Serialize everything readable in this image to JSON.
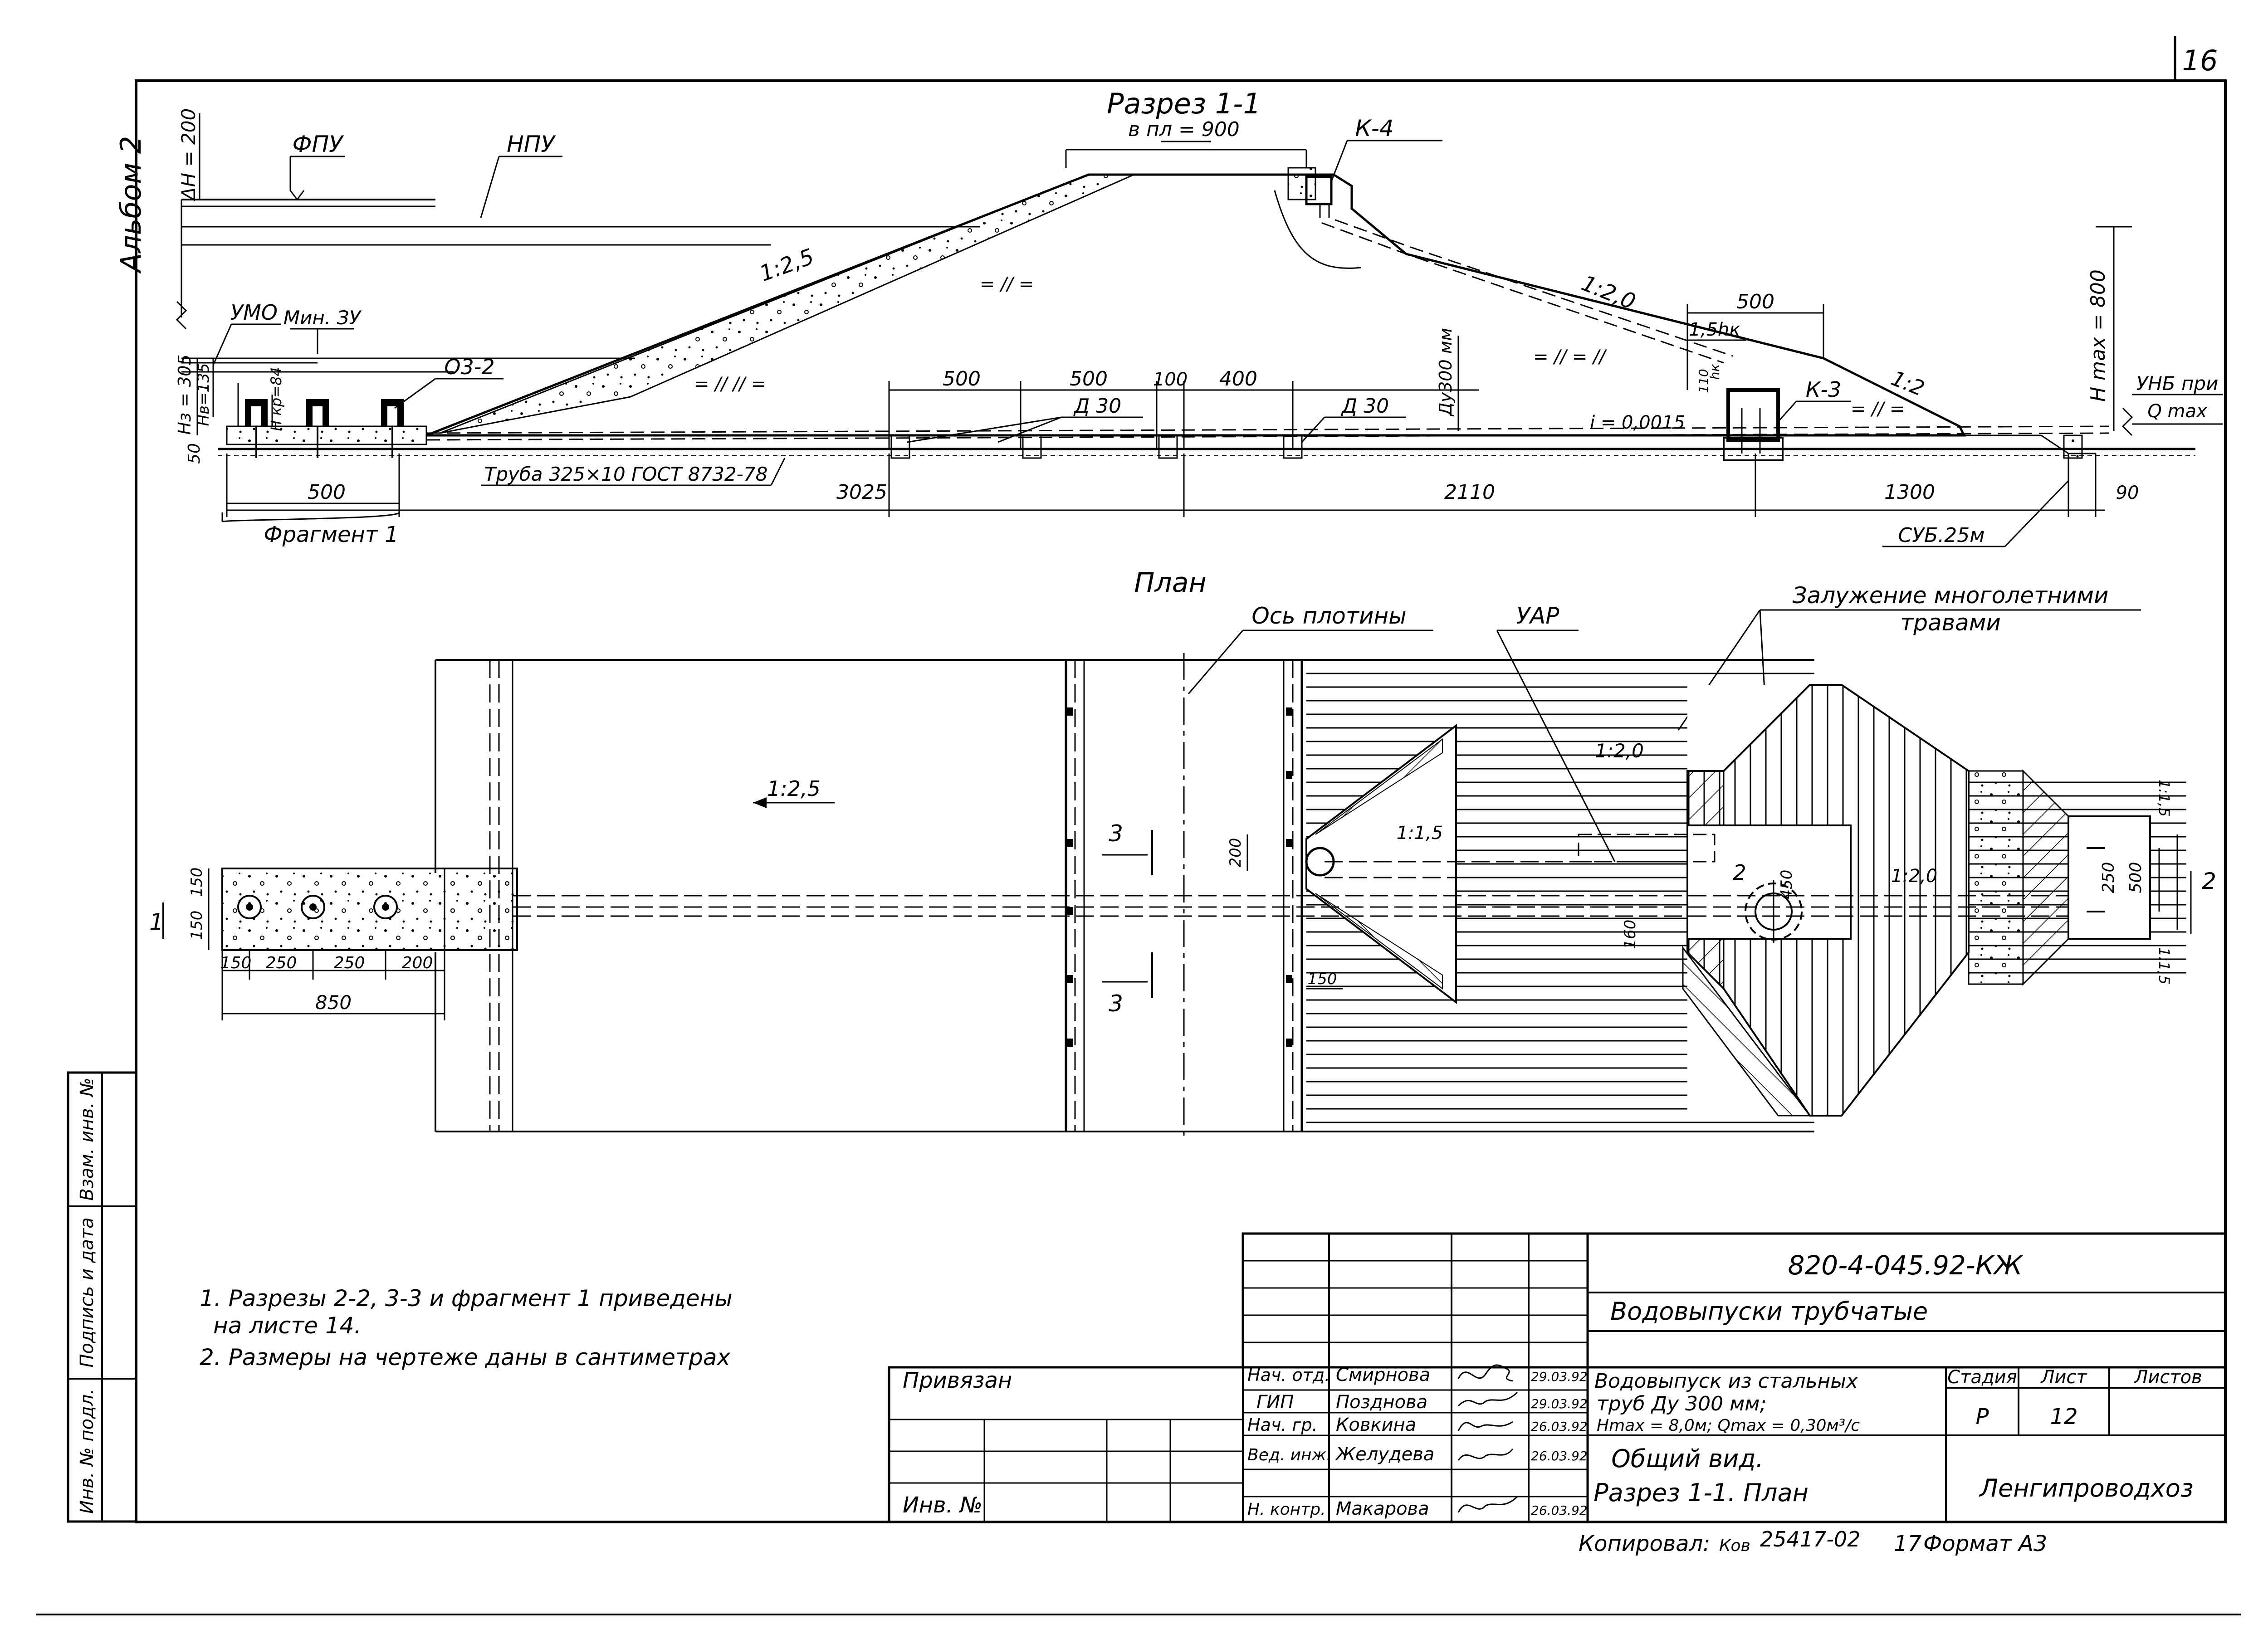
{
  "sheet": {
    "page_number": "16",
    "album": "Альбом 2"
  },
  "section": {
    "title": "Разрез 1-1",
    "crest_width": "в пл = 900",
    "labels": {
      "fpu": "ФПУ",
      "npu": "НПУ",
      "dh": "ΔH = 200",
      "umo": "УМО",
      "min_zu": "Мин. ЗУ",
      "o3": "О3-2",
      "k4": "К-4",
      "k3": "К-3",
      "slope_up": "1:2,5",
      "slope_down": "1:2,0",
      "slope_toe": "1:2",
      "dim_500_top": "500",
      "hk": "1,5hк",
      "hmax": "H max = 800",
      "unb1": "УНБ при",
      "unb2": "Q max",
      "hz": "Hз = 305",
      "hv": "Hв=135",
      "hcr": "H кр=84",
      "d50": "50",
      "d110": "110",
      "hk2": "hк",
      "pipe_dy": "Ду300 мм",
      "slope_i": "i = 0,0015",
      "d30a": "Д 30",
      "d30b": "Д 30",
      "d500a": "500",
      "d500b": "500",
      "d100": "100",
      "d400": "400",
      "d500_frag": "500",
      "pipe": "Труба 325×10 ГОСТ 8732-78",
      "d3025": "3025",
      "d2110": "2110",
      "d1300": "1300",
      "d90": "90",
      "fragment": "Фрагмент 1",
      "syb": "СУБ.25м"
    }
  },
  "plan": {
    "title": "План",
    "axis": "Ось плотины",
    "uar": "УАР",
    "grass1": "Залужение многолетними",
    "grass2": "травами",
    "slope_25": "1:2,5",
    "slope_20a": "1:2,0",
    "slope_20b": "1:2,0",
    "slope_15": "1:1,5",
    "slope_15b": "1:1,5",
    "slope_15c": "1:1,5",
    "d150a": "150",
    "d150b": "150",
    "d150c": "150",
    "d250a": "250",
    "d250b": "250",
    "d200a": "200",
    "d850": "850",
    "d200b": "200",
    "d150d": "150",
    "d160": "160",
    "d450": "450",
    "d250c": "250",
    "d500": "500",
    "cut3a": "3",
    "cut3b": "3",
    "cut1": "1",
    "cut2": "2",
    "cut2b": "2"
  },
  "notes": [
    "1. Разрезы 2-2, 3-3 и фрагмент 1 приведены",
    "на листе 14.",
    "2. Размеры на чертеже даны в сантиметрах"
  ],
  "side_stamp": {
    "inv_podl": "Инв. № подл.",
    "podpis": "Подпись и дата",
    "vzam": "Взам. инв. №"
  },
  "title_block": {
    "code": "820-4-045.92-КЖ",
    "title": "Водовыпуски трубчатые",
    "desc1": "Водовыпуск из стальных",
    "desc2": "труб Ду 300 мм;",
    "desc3": "Hmax = 8,0м; Qmax = 0,30м³/с",
    "sheet_name1": "Общий вид.",
    "sheet_name2": "Разрез 1-1. План",
    "stage_h": "Стадия",
    "list_h": "Лист",
    "lists_h": "Листов",
    "stage": "Р",
    "list": "12",
    "org": "Ленгипроводхоз",
    "privyazan": "Привязан",
    "inv": "Инв. №",
    "people": [
      {
        "role": "Нач. отд.",
        "name": "Смирнова",
        "date": "29.03.92"
      },
      {
        "role": "ГИП",
        "name": "Позднова",
        "date": "29.03.92"
      },
      {
        "role": "Нач. гр.",
        "name": "Ковкина",
        "date": "26.03.92"
      },
      {
        "role": "Вед. инж.",
        "name": "Желудева",
        "date": "26.03.92"
      },
      {
        "role": "Н. контр.",
        "name": "Макарова",
        "date": "26.03.92"
      }
    ],
    "copied": "Копировал:",
    "copied_sig": "Ков",
    "order": "25417-02",
    "sheet_no": "17",
    "format": "Формат А3"
  }
}
